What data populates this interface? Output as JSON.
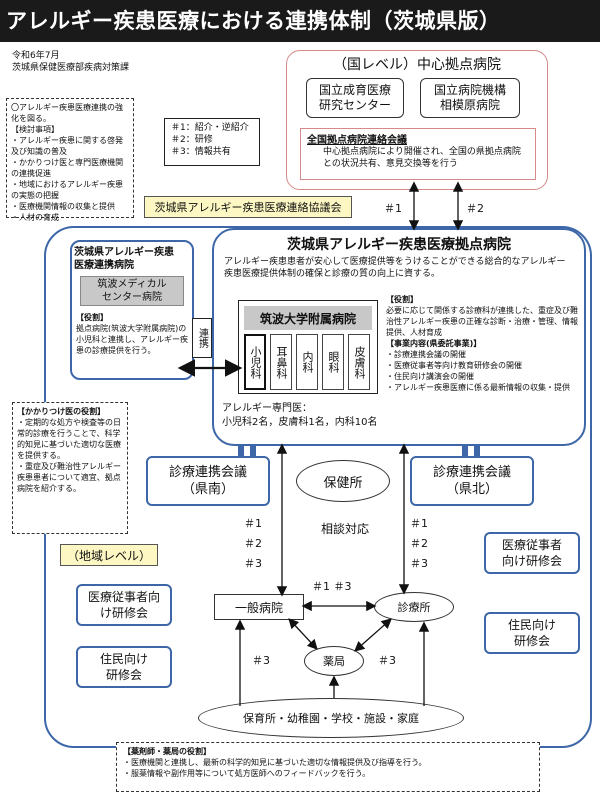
{
  "title": "アレルギー疾患医療における連携体制（茨城県版）",
  "meta": {
    "date": "令和6年7月",
    "dept": "茨城県保健医療部疾病対策課"
  },
  "left_note": {
    "heading": "〇アレルギー疾患医療連携の強化を図る。",
    "subheading": "【検討事項】",
    "items": [
      "・アレルギー疾患に関する啓発及び知識の普及",
      "・かかりつけ医と専門医療機関の連携促進",
      "・地域におけるアレルギー疾患の実態の把握",
      "・医療機関情報の収集と提供",
      "・人材の育成"
    ]
  },
  "legend": [
    "＃1：紹介・逆紹介",
    "＃2：研修",
    "＃3：情報共有"
  ],
  "national": {
    "title": "（国レベル）中心拠点病院",
    "hospital1": "国立成育医療\n研究センター",
    "hospital2": "国立病院機構\n相模原病院",
    "council_title": "全国拠点病院連絡会議",
    "council_desc": "中心拠点病院により開催され、全国の県拠点病院との状況共有、意見交換等を行う"
  },
  "arrow_labels": {
    "n1": "＃1",
    "n2": "＃2"
  },
  "pref_council": "茨城県アレルギー疾患医療連絡協議会",
  "core": {
    "title": "茨城県アレルギー疾患医療拠点病院",
    "desc": "アレルギー疾患患者が安心して医療提供等をうけることができる総合的なアレルギー疾患医療提供体制の確保と診療の質の向上に資する。",
    "univ": "筑波大学附属病院",
    "depts": [
      "小児科",
      "耳鼻科",
      "内科",
      "眼科",
      "皮膚科"
    ],
    "specialist": "アレルギー専門医：\n小児科2名，皮膚科1名，内科10名",
    "role_heading": "【役割】",
    "role_text": "必要に応じて関係する診療科が連携した、重症及び難治性アレルギー疾患の正確な診断・治療・管理、情報提供、人材育成",
    "project_heading": "【事業内容(県委託事業)】",
    "project_items": [
      "・診療連携会議の開催",
      "・医療従事者等向け教育研修会の開催",
      "・住民向け講演会の開催",
      "・アレルギー疾患医療に係る最新情報の収集・提供"
    ]
  },
  "coop": {
    "title": "茨城県アレルギー疾患\n医療連携病院",
    "hospital": "筑波メディカル\nセンター病院",
    "role_heading": "【役割】",
    "role_text": "拠点病院(筑波大学附属病院)の小児科と連携し、アレルギー疾患の診療提供を行う。",
    "link": "連携"
  },
  "kakaritsuke": {
    "heading": "【かかりつけ医の役割】",
    "items": [
      "・定期的な処方や検査等の日常的診療を行うことで、科学的知見に基づいた適切な医療を提供する。",
      "・重症及び難治性アレルギー疾患患者について適宜、拠点病院を紹介する。"
    ]
  },
  "regional": {
    "level": "（地域レベル）",
    "south": "診療連携会議\n（県南）",
    "north": "診療連携会議\n（県北）",
    "hokenjo": "保健所",
    "soudan": "相談対応",
    "training_left": "医療従事者向\nけ研修会",
    "training_right": "医療従事者\n向け研修会",
    "resident_left": "住民向け\n研修会",
    "resident_right": "住民向け\n研修会",
    "general": "一般病院",
    "clinic": "診療所",
    "pharmacy": "薬局",
    "facilities": "保育所・幼稚園・学校・施設・家庭",
    "tags_left": [
      "＃1",
      "＃2",
      "＃3"
    ],
    "tags_right": [
      "＃1",
      "＃2",
      "＃3"
    ],
    "tag_mid": "＃1 ＃3",
    "tag_l3": "＃3",
    "tag_r3": "＃3"
  },
  "pharmacist": {
    "heading": "【薬剤師・薬局の役割】",
    "items": [
      "・医療機関と連携し、最新の科学的知見に基づいた適切な情報提供及び指導を行う。",
      "・服薬情報や副作用等について処方医師へのフィードバックを行う。"
    ]
  }
}
